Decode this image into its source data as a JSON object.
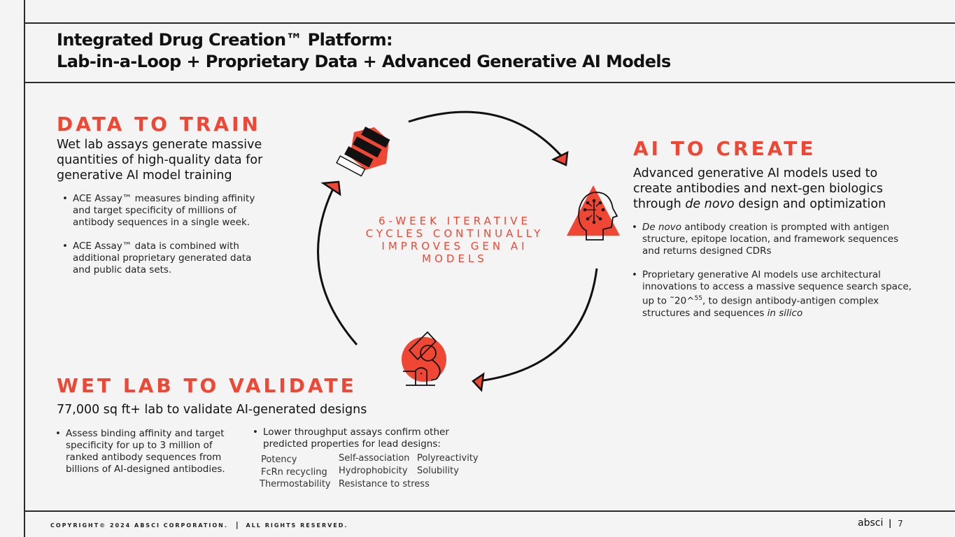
{
  "title": {
    "line1": "Integrated Drug Creation™ Platform:",
    "line2": "Lab-in-a-Loop + Proprietary Data + Advanced Generative AI Models"
  },
  "data_to_train": {
    "heading": "DATA TO TRAIN",
    "subtitle_lines": [
      "Wet lab assays generate massive",
      "quantities of high-quality data for",
      "generative AI model training"
    ],
    "bullets": [
      "ACE Assay™ measures binding affinity and target specificity of millions of antibody sequences in a single week.",
      "ACE Assay™ data is combined with additional proprietary generated data and public data sets."
    ]
  },
  "ai_to_create": {
    "heading": "AI TO CREATE",
    "subtitle_pre": "Advanced generative AI models used to create antibodies and next-gen biologics through ",
    "subtitle_em": "de novo",
    "subtitle_post": " design and optimization",
    "bullet1_em": "De novo",
    "bullet1_rest": " antibody creation is prompted with antigen structure, epitope location, and framework sequences and returns designed CDRs",
    "bullet2_pre": "Proprietary generative AI models use architectural innovations to access a massive sequence search space, up to ˜20^",
    "bullet2_sup": "55",
    "bullet2_mid": ", to design antibody-antigen complex structures and sequences ",
    "bullet2_em": "in silico"
  },
  "center": {
    "text": "6-WEEK ITERATIVE CYCLES CONTINUALLY IMPROVES GEN AI MODELS"
  },
  "wet_lab": {
    "heading": "WET LAB TO VALIDATE",
    "subtitle": "77,000 sq ft+ lab to validate AI-generated designs",
    "bullet_left": "Assess binding affinity and target specificity for up to 3 million of ranked antibody sequences from billions of AI-designed antibodies.",
    "bullet_right": "Lower throughput assays confirm other predicted properties for lead designs:",
    "properties": [
      "Potency",
      "Self-association",
      "Polyreactivity",
      "FcRn recycling",
      "Hydrophobicity",
      "Solubility",
      "Thermostability",
      "Resistance to stress"
    ]
  },
  "icons": {
    "data": "data-stack-hexagon-icon",
    "ai": "ai-head-circuit-icon",
    "lab": "microscope-icon"
  },
  "colors": {
    "accent": "#ef4734",
    "background": "#f4f4f4",
    "text": "#111111"
  },
  "footer": {
    "copyright": "COPYRIGHT© 2024 ABSCI CORPORATION.",
    "separator": "|",
    "rights": "ALL RIGHTS RESERVED.",
    "logo": "absci",
    "page_number": "7"
  }
}
